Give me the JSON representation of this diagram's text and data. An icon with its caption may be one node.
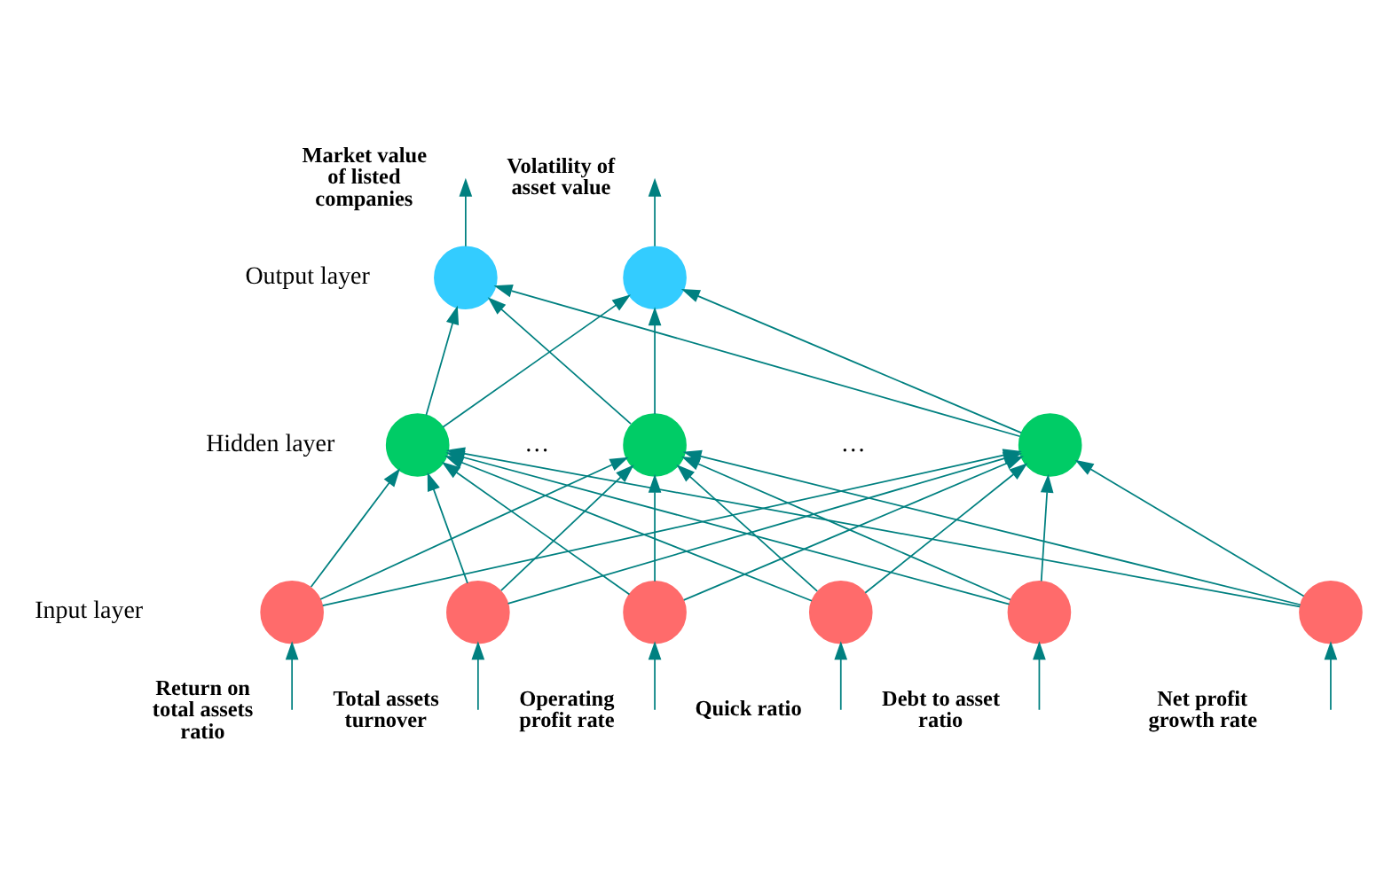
{
  "diagram": {
    "nodes": [
      {
        "text": [],
        "shape": "circle",
        "beside": [
          "Market value of listed companies"
        ]
      },
      {
        "text": [],
        "shape": "circle",
        "beside": [
          "Volatility of asset value"
        ]
      },
      {
        "text": [],
        "shape": "circle"
      },
      {
        "text": [],
        "shape": "circle"
      },
      {
        "text": [],
        "shape": "circle"
      },
      {
        "text": [],
        "shape": "circle",
        "beside": [
          "Return on total assets ratio"
        ]
      },
      {
        "text": [],
        "shape": "circle",
        "beside": [
          "Total assets turnover"
        ]
      },
      {
        "text": [],
        "shape": "circle",
        "beside": [
          "Operating profit rate"
        ]
      },
      {
        "text": [],
        "shape": "circle",
        "beside": [
          "Quick ratio"
        ]
      },
      {
        "text": [],
        "shape": "circle",
        "beside": [
          "Debt to asset ratio"
        ]
      },
      {
        "text": [],
        "shape": "circle",
        "beside": [
          "Net profit growth rate"
        ]
      }
    ],
    "edges": [
      {
        "from": 0,
        "to": null,
        "arrow": "to"
      },
      {
        "from": 1,
        "to": null,
        "arrow": "to"
      },
      {
        "from": 2,
        "to": 0,
        "arrow": "to"
      },
      {
        "from": 2,
        "to": 1,
        "arrow": "to"
      },
      {
        "from": 3,
        "to": 0,
        "arrow": "to"
      },
      {
        "from": 3,
        "to": 1,
        "arrow": "to"
      },
      {
        "from": 4,
        "to": 0,
        "arrow": "to"
      },
      {
        "from": 4,
        "to": 1,
        "arrow": "to"
      },
      {
        "from": 5,
        "to": 2,
        "arrow": "to"
      },
      {
        "from": 5,
        "to": 3,
        "arrow": "to"
      },
      {
        "from": 5,
        "to": 4,
        "arrow": "to"
      },
      {
        "from": 6,
        "to": 2,
        "arrow": "to"
      },
      {
        "from": 6,
        "to": 3,
        "arrow": "to"
      },
      {
        "from": 6,
        "to": 4,
        "arrow": "to"
      },
      {
        "from": 7,
        "to": 2,
        "arrow": "to"
      },
      {
        "from": 7,
        "to": 3,
        "arrow": "to"
      },
      {
        "from": 7,
        "to": 4,
        "arrow": "to"
      },
      {
        "from": 8,
        "to": 2,
        "arrow": "to"
      },
      {
        "from": 8,
        "to": 3,
        "arrow": "to"
      },
      {
        "from": 8,
        "to": 4,
        "arrow": "to"
      },
      {
        "from": 9,
        "to": 2,
        "arrow": "to"
      },
      {
        "from": 9,
        "to": 3,
        "arrow": "to"
      },
      {
        "from": 9,
        "to": 4,
        "arrow": "to"
      },
      {
        "from": 10,
        "to": 2,
        "arrow": "to"
      },
      {
        "from": 10,
        "to": 3,
        "arrow": "to"
      },
      {
        "from": 10,
        "to": 4,
        "arrow": "to"
      },
      {
        "from": null,
        "to": 5,
        "arrow": "to"
      },
      {
        "from": null,
        "to": 6,
        "arrow": "to"
      },
      {
        "from": null,
        "to": 7,
        "arrow": "to"
      },
      {
        "from": null,
        "to": 8,
        "arrow": "to"
      },
      {
        "from": null,
        "to": 9,
        "arrow": "to"
      },
      {
        "from": null,
        "to": 10,
        "arrow": "to"
      }
    ],
    "labels": [
      "Output layer",
      "Hidden layer",
      "…",
      "…",
      "Input layer"
    ]
  }
}
